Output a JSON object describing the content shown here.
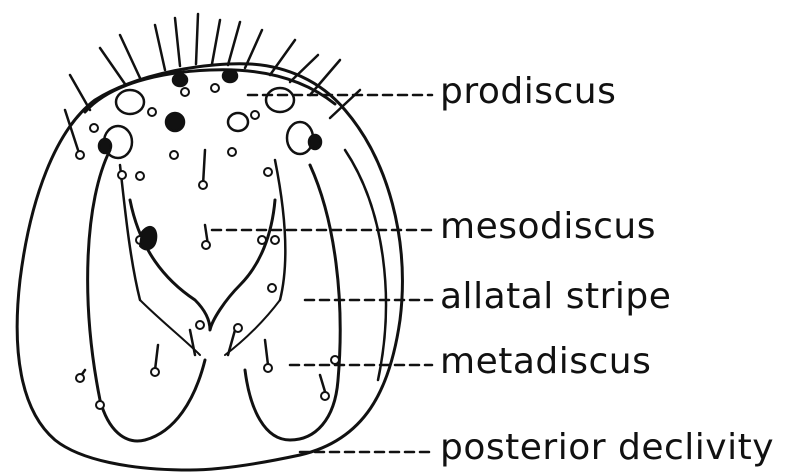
{
  "labels": {
    "prodiscus": "prodiscus",
    "mesodiscus": "mesodiscus",
    "allatal_stripe": "allatal stripe",
    "metadiscus": "metadiscus",
    "posterior_declivity": "posterior declivity"
  },
  "colors": {
    "ink": "#111111",
    "background": "#ffffff"
  }
}
